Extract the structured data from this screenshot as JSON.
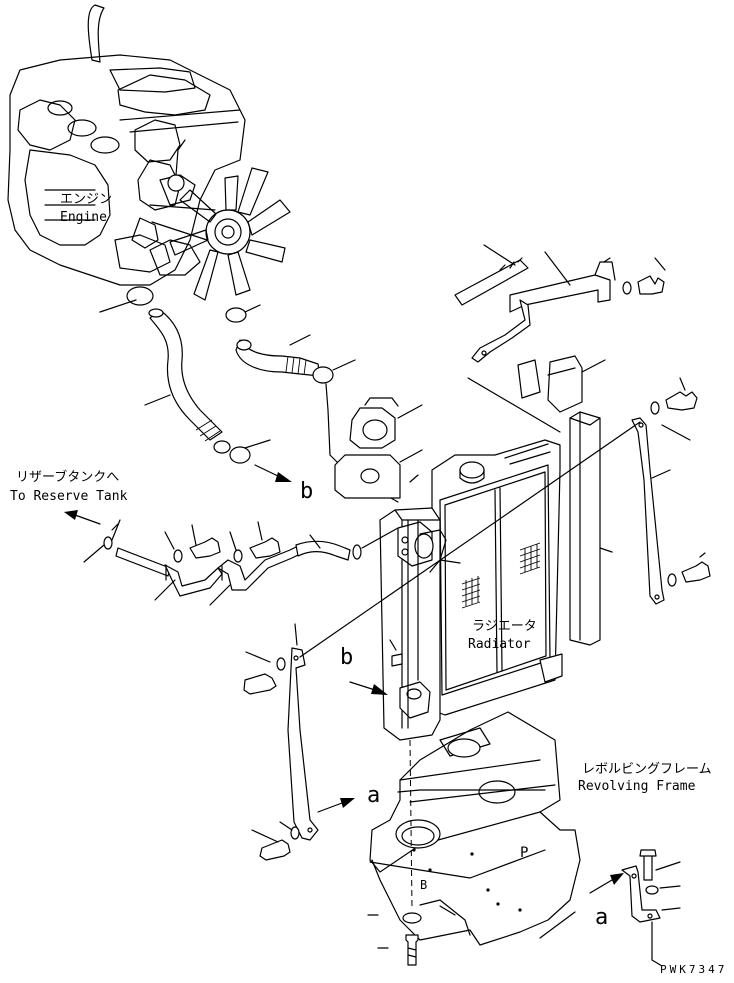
{
  "labels": {
    "engine_jp": "エンジン",
    "engine_en": "Engine",
    "reserve_jp": "リザーブタンクへ",
    "reserve_en": "To Reserve Tank",
    "radiator_jp": "ラジエータ",
    "radiator_en": "Radiator",
    "frame_jp": "レボルビングフレーム",
    "frame_en": "Revolving Frame",
    "ref_b_top": "b",
    "ref_b_mid": "b",
    "ref_a_mid": "a",
    "ref_a_bottom": "a",
    "frame_mark": "P",
    "frame_mark_2": "B",
    "drawing_code": "PWK7347"
  }
}
